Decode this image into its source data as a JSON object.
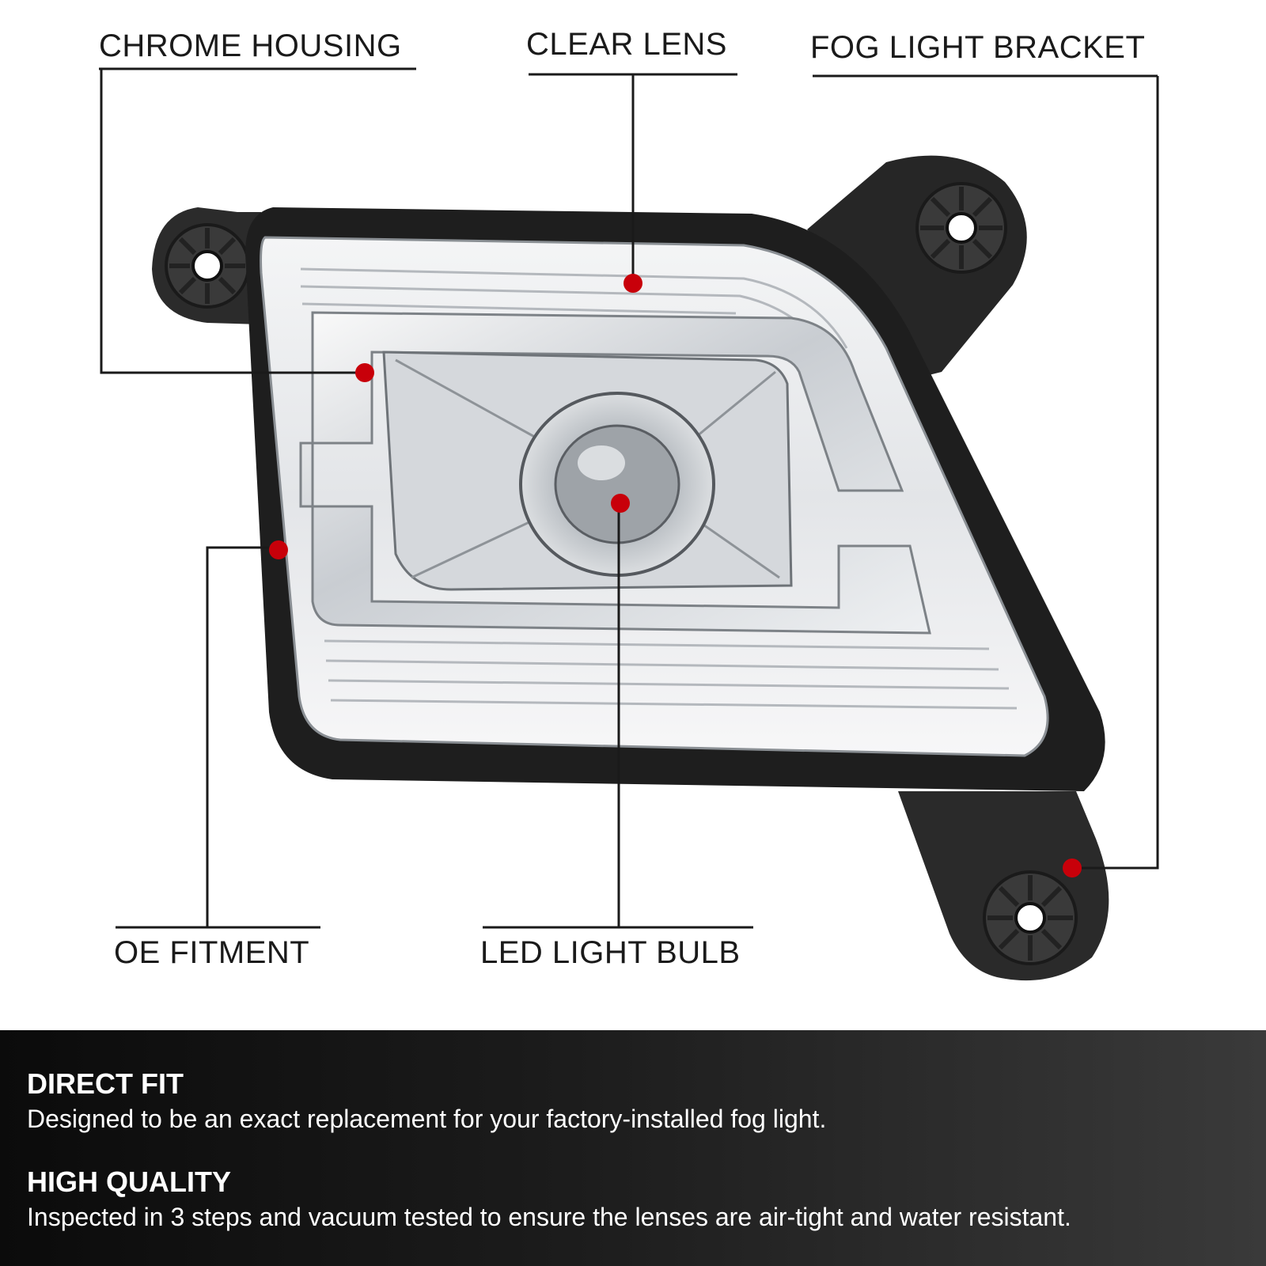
{
  "callouts": {
    "chrome_housing": "CHROME HOUSING",
    "clear_lens": "CLEAR LENS",
    "fog_light_bracket": "FOG LIGHT BRACKET",
    "oe_fitment": "OE FITMENT",
    "led_light_bulb": "LED LIGHT BULB"
  },
  "features": [
    {
      "title": "DIRECT FIT",
      "description": "Designed to be an exact replacement for your factory-installed fog light."
    },
    {
      "title": "HIGH QUALITY",
      "description": "Inspected in 3 steps and vacuum tested to ensure the lenses are air-tight and water resistant."
    }
  ],
  "colors": {
    "marker": "#c8000a",
    "leader_line": "#1a1a1a",
    "panel_background": "#1c1c1c",
    "panel_text": "#ffffff"
  }
}
